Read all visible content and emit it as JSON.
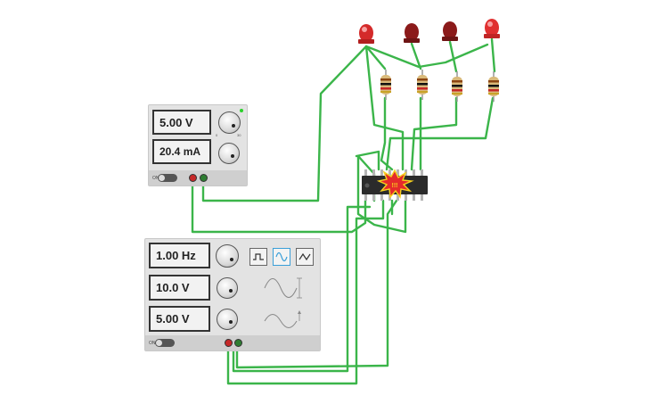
{
  "power_supply": {
    "voltage_display": "5.00 V",
    "current_display": "20.4 mA",
    "toggle_label": "ON"
  },
  "function_generator": {
    "frequency_display": "1.00 Hz",
    "amplitude_display": "10.0 V",
    "offset_display": "5.00 V",
    "toggle_label": "ON",
    "waveforms": [
      "square",
      "sine",
      "triangle"
    ],
    "selected_waveform": "sine"
  },
  "ic": {
    "type": "DIP-16",
    "status": "damaged"
  },
  "leds": [
    {
      "color": "#d42a2a",
      "state": "on"
    },
    {
      "color": "#8b1a1a",
      "state": "off"
    },
    {
      "color": "#8b1a1a",
      "state": "off"
    },
    {
      "color": "#e03030",
      "state": "on"
    }
  ],
  "wire_color": "#3bb54a"
}
